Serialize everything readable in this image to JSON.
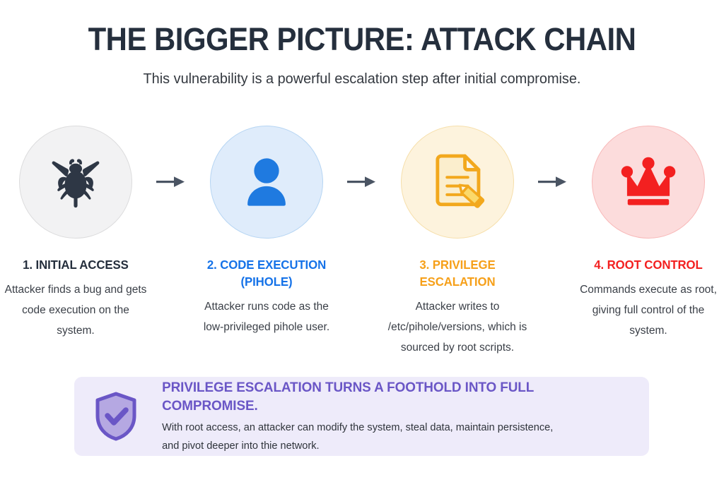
{
  "header": {
    "title": "THE BIGGER PICTURE: ATTACK CHAIN",
    "subtitle": "This vulnerability is a powerful escalation step after initial compromise."
  },
  "steps": [
    {
      "icon": "bug-icon",
      "title": "1. INITIAL ACCESS",
      "description": "Attacker finds a bug and gets code execution on the system.",
      "accent": "#252f3d",
      "circle_fill": "#f2f2f3",
      "circle_border": "#dcdcdd"
    },
    {
      "icon": "user-icon",
      "title": "2. CODE EXECUTION (PIHOLE)",
      "description": "Attacker runs code as the low-privileged pihole user.",
      "accent": "#1572e8",
      "circle_fill": "#dfecfb",
      "circle_border": "#b6d5f3"
    },
    {
      "icon": "document-edit-icon",
      "title": "3. PRIVILEGE ESCALATION",
      "description": "Attacker writes to /etc/pihole/versions, which is sourced by root scripts.",
      "accent": "#f6a01a",
      "circle_fill": "#fdf3dd",
      "circle_border": "#f6dfab"
    },
    {
      "icon": "crown-icon",
      "title": "4. ROOT CONTROL",
      "description": "Commands execute as root, giving full control of the system.",
      "accent": "#f32020",
      "circle_fill": "#fcdcdc",
      "circle_border": "#f8b9b9"
    }
  ],
  "arrows": {
    "icon": "arrow-right-icon",
    "color": "#4a5463",
    "count": 3
  },
  "banner": {
    "icon": "shield-check-icon",
    "title": "PRIVILEGE ESCALATION TURNS A FOOTHOLD INTO FULL COMPROMISE.",
    "line1": "With root access, an attacker can modify the system, steal data, maintain persistence,",
    "line2": "and pivot deeper into thie network.",
    "background": "#eeebfa",
    "accent": "#6a56c6"
  }
}
